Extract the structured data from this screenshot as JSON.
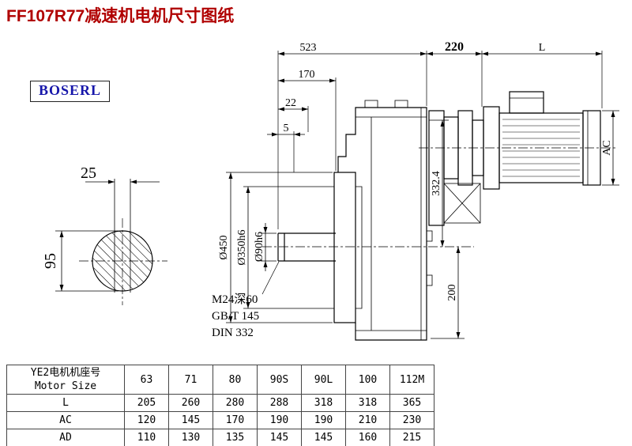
{
  "page": {
    "title": "FF107R77减速机电机尺寸图纸",
    "brand": "BOSERL"
  },
  "drawing": {
    "labels": {
      "overall_length": "523",
      "adapter_length": "220",
      "motor_length": "L",
      "dim_170": "170",
      "dim_22": "22",
      "dim_5": "5",
      "key_width": "25",
      "shaft_section_dia": "95",
      "flange_dia": "Ø450",
      "spigot_dia": "Ø350h6",
      "output_shaft_dia": "Ø90h6",
      "center_height_top": "332.4",
      "center_height_bottom": "200",
      "motor_dia": "AC",
      "shaft_end_thread": "M24深60",
      "standard_1": "GB/T 145",
      "standard_2": "DIN 332"
    }
  },
  "table": {
    "header": {
      "line1": "YE2电机机座号",
      "line2": "Motor Size"
    },
    "columns": [
      "63",
      "71",
      "80",
      "90S",
      "90L",
      "100",
      "112M"
    ],
    "rows": [
      {
        "label": "L",
        "values": [
          "205",
          "260",
          "280",
          "288",
          "318",
          "318",
          "365"
        ]
      },
      {
        "label": "AC",
        "values": [
          "120",
          "145",
          "170",
          "190",
          "190",
          "210",
          "230"
        ]
      },
      {
        "label": "AD",
        "values": [
          "110",
          "130",
          "135",
          "145",
          "145",
          "160",
          "215"
        ]
      }
    ]
  }
}
